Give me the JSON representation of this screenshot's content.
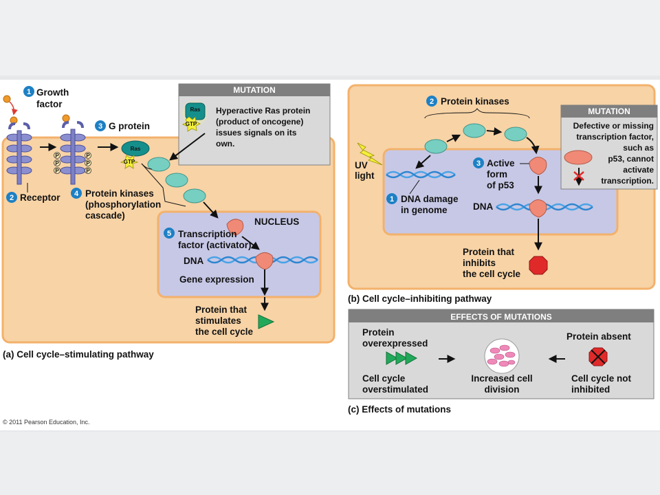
{
  "copyright": "© 2011 Pearson Education, Inc.",
  "colors": {
    "cell": "#f7d3a6",
    "cell_border": "#f3b16b",
    "nucleus": "#c7c8e6",
    "kinase": "#77cfc2",
    "ras": "#158f8b",
    "dna": "#4aa3e6",
    "transcription_factor": "#f08a76",
    "stop_sign": "#e02a2a",
    "step_badge": "#1d80c4",
    "mutation_box": "#d9d9d9",
    "mutation_header": "#7f7f7f",
    "signal_arrow_left": "#dc3b31"
  },
  "panel_a": {
    "caption": "(a) Cell cycle–stimulating pathway",
    "step1": {
      "num": "1",
      "line1": "Growth",
      "line2": "factor"
    },
    "step2": {
      "num": "2",
      "label": "Receptor"
    },
    "step3": {
      "num": "3",
      "label": "G protein"
    },
    "step4": {
      "num": "4",
      "line1": "Protein kinases",
      "line2": "(phosphorylation",
      "line3": "cascade)"
    },
    "step5": {
      "num": "5",
      "line1": "Transcription",
      "line2": "factor (activator)"
    },
    "ras_label": "Ras",
    "gtp_label": "GTP",
    "phosphate_label": "P",
    "nucleus_label": "NUCLEUS",
    "dna_label": "DNA",
    "gene_expression": "Gene expression",
    "protein_line1": "Protein that",
    "protein_line2": "stimulates",
    "protein_line3": "the cell cycle",
    "mutation": {
      "header": "MUTATION",
      "ras": "Ras",
      "gtp": "GTP",
      "line1": "Hyperactive Ras protein",
      "line2": "(product of oncogene)",
      "line3": "issues signals on its",
      "line4": "own."
    }
  },
  "panel_b": {
    "caption": "(b) Cell cycle–inhibiting pathway",
    "uv_line1": "UV",
    "uv_line2": "light",
    "step1": {
      "num": "1",
      "line1": "DNA damage",
      "line2": "in genome"
    },
    "step2": {
      "num": "2",
      "label": "Protein kinases"
    },
    "step3": {
      "num": "3",
      "line1": "Active",
      "line2": "form",
      "line3": "of p53"
    },
    "dna_label": "DNA",
    "protein_line1": "Protein that",
    "protein_line2": "inhibits",
    "protein_line3": "the cell cycle",
    "mutation": {
      "header": "MUTATION",
      "line1": "Defective or missing",
      "line2": "transcription factor,",
      "line3": "such as",
      "line4": "p53, cannot",
      "line5": "activate",
      "line6": "transcription."
    }
  },
  "panel_c": {
    "caption": "(c) Effects of mutations",
    "header": "EFFECTS OF MUTATIONS",
    "left_top1": "Protein",
    "left_top2": "overexpressed",
    "left_bottom1": "Cell cycle",
    "left_bottom2": "overstimulated",
    "center1": "Increased cell",
    "center2": "division",
    "right_top": "Protein absent",
    "right_bottom1": "Cell cycle not",
    "right_bottom2": "inhibited"
  }
}
